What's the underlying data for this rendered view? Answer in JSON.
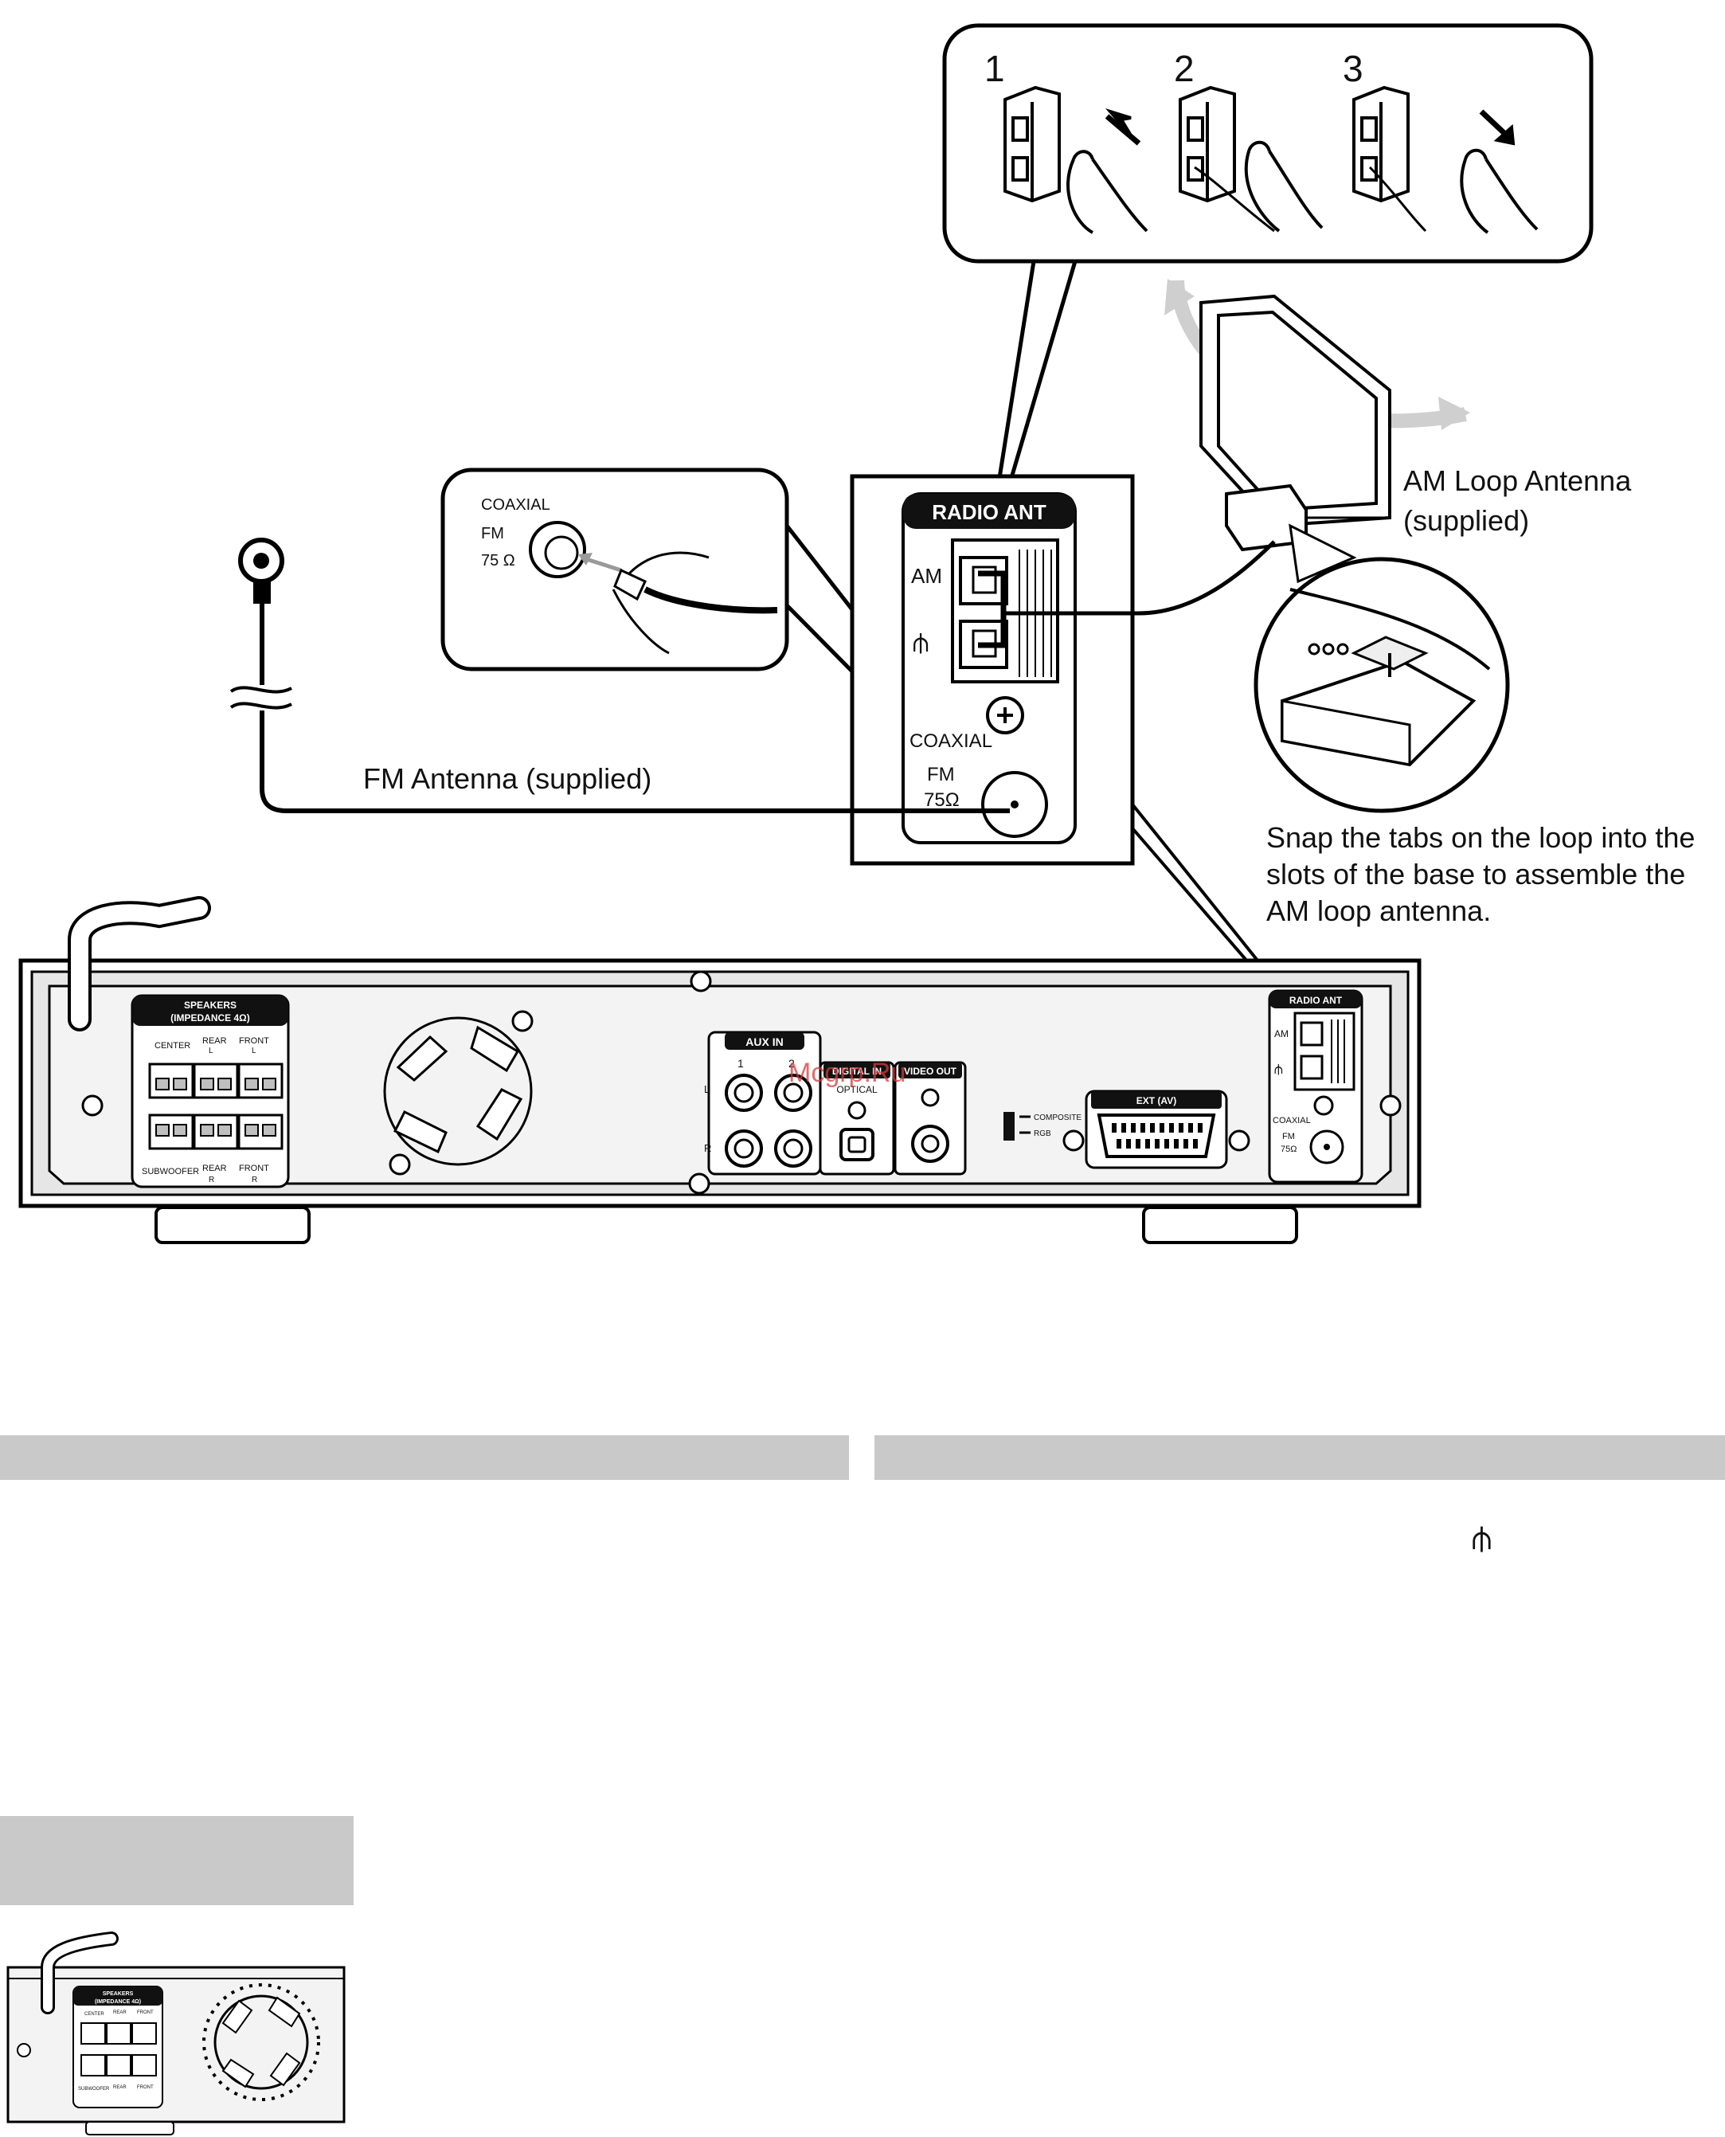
{
  "steps": [
    "1",
    "2",
    "3"
  ],
  "coaxial_inset": {
    "coaxial": "COAXIAL",
    "fm": "FM",
    "ohm": "75 Ω"
  },
  "radio_panel": {
    "title": "RADIO ANT",
    "am": "AM",
    "ground_symbol": "⫛",
    "coaxial": "COAXIAL",
    "fm": "FM",
    "ohm": "75Ω"
  },
  "am_antenna_label": [
    "AM Loop Antenna",
    "(supplied)"
  ],
  "fm_antenna_label": "FM Antenna (supplied)",
  "snap_note": [
    "Snap the tabs on the loop into the",
    "slots of the base to assemble the",
    "AM loop antenna."
  ],
  "watermark": "Mcgrp.Ru",
  "rear_panel": {
    "speakers_title": [
      "SPEAKERS",
      "(IMPEDANCE 4Ω)"
    ],
    "speakers_top": [
      "CENTER",
      "REAR",
      "FRONT"
    ],
    "speakers_top_sub": [
      "",
      "L",
      "L"
    ],
    "speakers_bottom": [
      "SUBWOOFER",
      "REAR",
      "FRONT"
    ],
    "speakers_bottom_sub": [
      "",
      "R",
      "R"
    ],
    "aux_in": "AUX IN",
    "aux_l": "L",
    "aux_r": "R",
    "aux_nums": [
      "1",
      "2"
    ],
    "digital_in": "DIGITAL IN",
    "optical": "OPTICAL",
    "video_out": "VIDEO OUT",
    "composite": "COMPOSITE",
    "rgb": "RGB",
    "ext": "EXT (AV)",
    "radio_ant": "RADIO ANT",
    "am": "AM",
    "coaxial": "COAXIAL",
    "fm": "FM",
    "ohm": "75Ω"
  },
  "ground_symbol_text": "⫛",
  "thumb_panel": {
    "speakers_title": [
      "SPEAKERS",
      "(IMPEDANCE 4Ω)"
    ],
    "top": [
      "CENTER",
      "REAR",
      "FRONT"
    ],
    "bottom": [
      "SUBWOOFER",
      "REAR",
      "FRONT"
    ]
  }
}
